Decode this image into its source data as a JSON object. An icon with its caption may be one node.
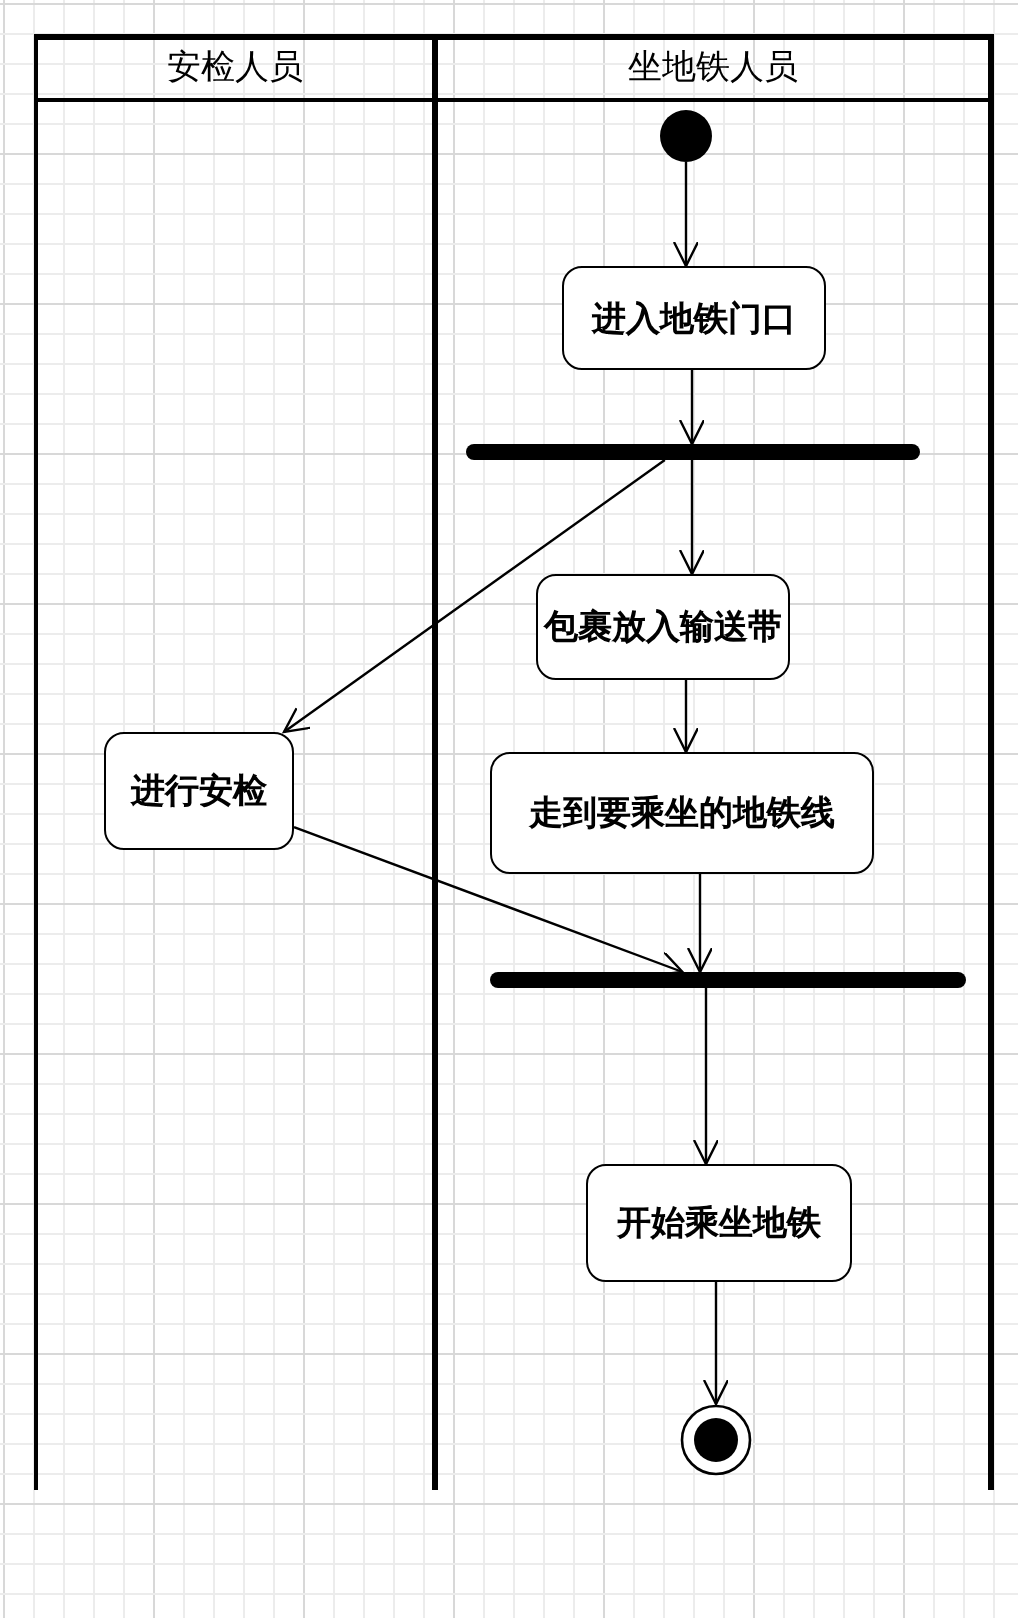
{
  "diagram": {
    "nodes": [
      {
        "text": [
          "安检人员"
        ]
      },
      {
        "text": [
          "坐地铁人员"
        ]
      },
      {
        "text": [],
        "shape": "circle",
        "in": 1
      },
      {
        "text": [
          "进入地铁门口"
        ],
        "in": 1
      },
      {
        "text": [],
        "shape": "bar",
        "in": 1
      },
      {
        "text": [
          "包裹放入输送带"
        ],
        "in": 1
      },
      {
        "text": [
          "进行安检"
        ],
        "in": 0
      },
      {
        "text": [
          "走到要乘坐的地铁线"
        ],
        "in": 1
      },
      {
        "text": [],
        "shape": "bar",
        "in": 1
      },
      {
        "text": [
          "开始乘坐地铁"
        ],
        "in": 1
      },
      {
        "text": [],
        "shape": "circle",
        "in": 1
      }
    ],
    "edges": [
      {
        "from": 2,
        "to": 3,
        "arrow": "to"
      },
      {
        "from": 3,
        "to": 4,
        "arrow": "to"
      },
      {
        "from": 4,
        "to": 5,
        "arrow": "to"
      },
      {
        "from": 4,
        "to": 6,
        "arrow": "to"
      },
      {
        "from": 5,
        "to": 7,
        "arrow": "to"
      },
      {
        "from": 6,
        "to": 8,
        "arrow": "to"
      },
      {
        "from": 7,
        "to": 8,
        "arrow": "to"
      },
      {
        "from": 8,
        "to": 9,
        "arrow": "to"
      },
      {
        "from": 9,
        "to": 10,
        "arrow": "to"
      }
    ]
  }
}
